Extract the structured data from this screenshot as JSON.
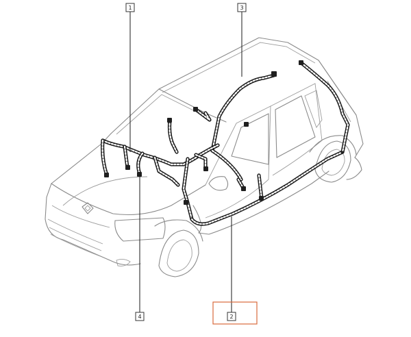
{
  "callouts": [
    {
      "id": "1",
      "label": "1"
    },
    {
      "id": "2",
      "label": "2"
    },
    {
      "id": "3",
      "label": "3"
    },
    {
      "id": "4",
      "label": "4"
    }
  ],
  "colors": {
    "car_outline": "#8a8a8a",
    "harness": "#1f1f1f",
    "highlight": "#d9693b"
  },
  "selected_callout": "2"
}
